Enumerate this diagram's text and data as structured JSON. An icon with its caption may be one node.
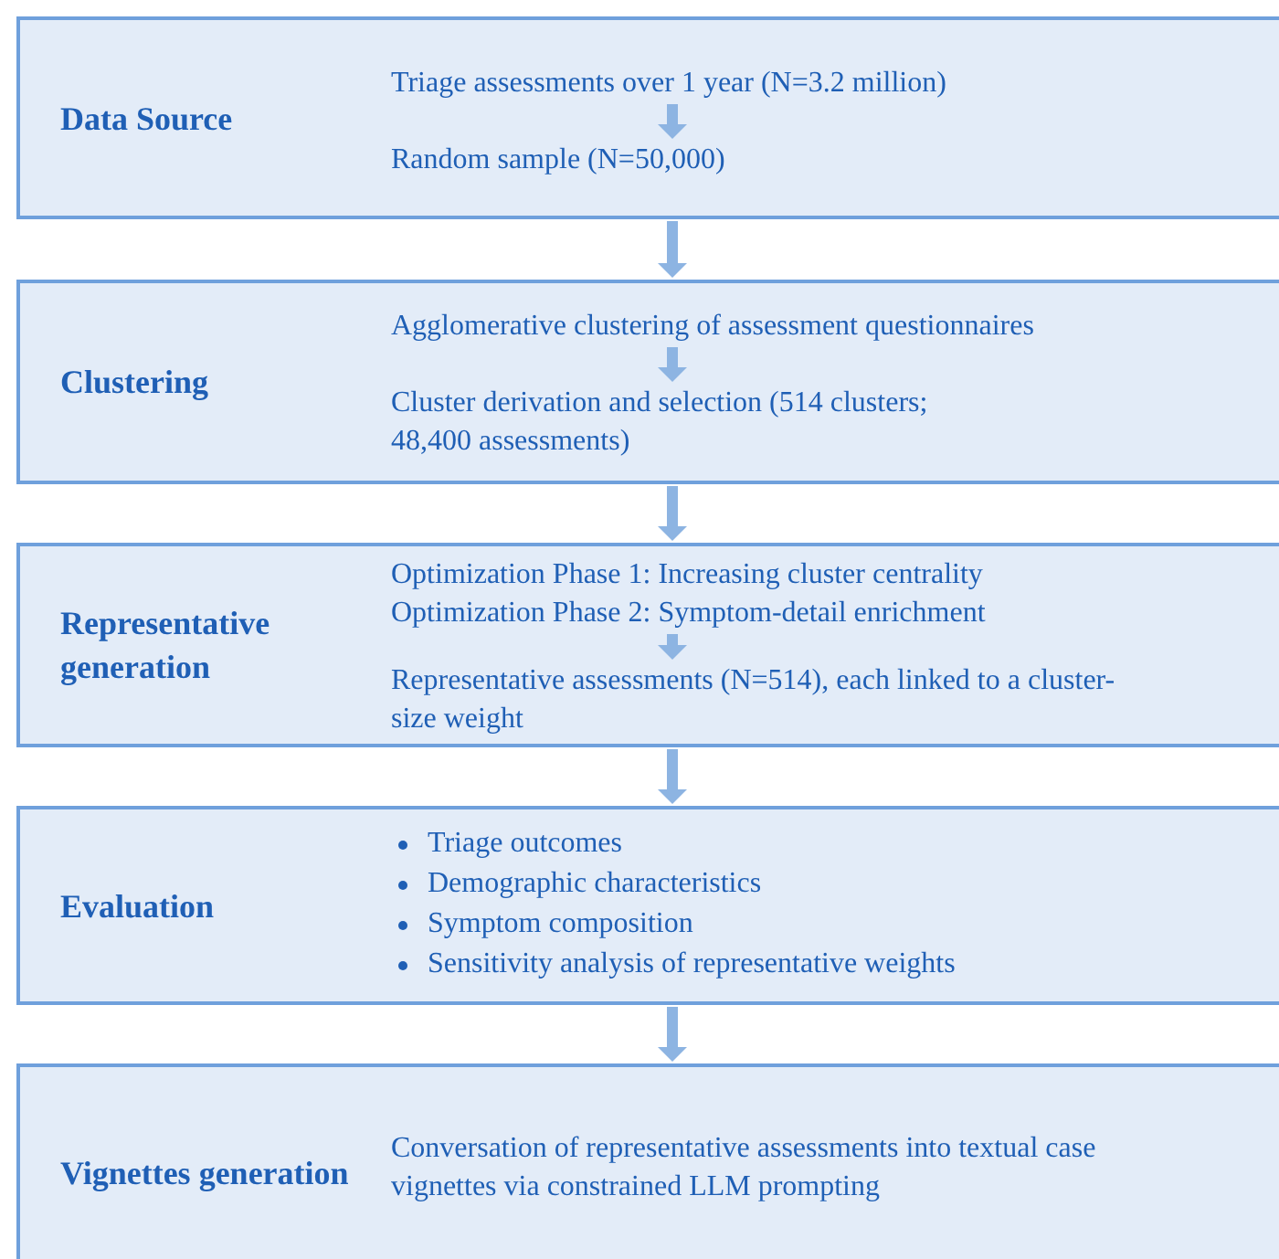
{
  "diagram": {
    "nodes": [
      {
        "text": [
          "Data Source"
        ]
      },
      {
        "text": [
          "Triage assessments over 1 year (N=3.2 million)"
        ],
        "in": 0
      },
      {
        "text": [
          "Random sample (N=50,000)"
        ],
        "in": 0
      },
      {
        "text": [
          "Clustering"
        ]
      },
      {
        "text": [
          "Agglomerative clustering of assessment questionnaires"
        ],
        "in": 3
      },
      {
        "text": [
          "Cluster derivation and selection (514 clusters; 48,400 assessments)"
        ],
        "in": 3
      },
      {
        "text": [
          "Representative generation"
        ]
      },
      {
        "text": [
          "Optimization Phase 1: Increasing cluster centrality",
          "Optimization Phase 2: Symptom-detail enrichment"
        ],
        "in": 6
      },
      {
        "text": [
          "Representative assessments (N=514), each linked to a cluster-size weight"
        ],
        "in": 6
      },
      {
        "text": [
          "Evaluation",
          "Triage outcomes",
          "Demographic characteristics",
          "Symptom composition",
          "Sensitivity analysis of representative weights"
        ]
      },
      {
        "text": [
          "Vignettes generation",
          "Conversation of representative assessments into textual case vignettes via constrained LLM prompting"
        ]
      }
    ],
    "edges": [
      {
        "from": 1,
        "to": 2,
        "arrow": "to"
      },
      {
        "from": 0,
        "to": 3,
        "arrow": "to"
      },
      {
        "from": 4,
        "to": 5,
        "arrow": "to"
      },
      {
        "from": 3,
        "to": 6,
        "arrow": "to"
      },
      {
        "from": 7,
        "to": 8,
        "arrow": "to"
      },
      {
        "from": 6,
        "to": 9,
        "arrow": "to"
      },
      {
        "from": 9,
        "to": 10,
        "arrow": "to"
      }
    ]
  }
}
